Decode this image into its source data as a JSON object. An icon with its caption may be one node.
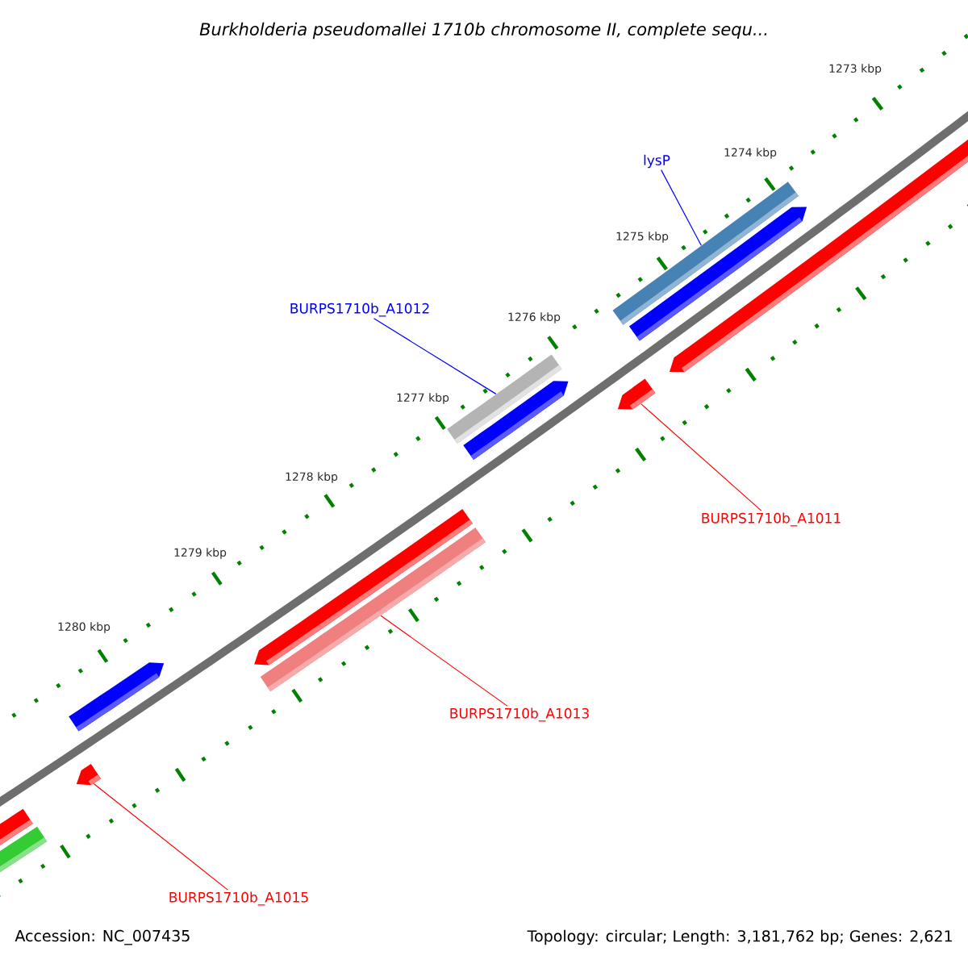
{
  "diagram": {
    "title": "Burkholderia pseudomallei 1710b chromosome II, complete sequ...",
    "nodes": [
      {
        "text": [
          "lysP"
        ]
      },
      {
        "text": [
          "BURPS1710b_A1012"
        ]
      },
      {
        "text": [
          "BURPS1710b_A1011"
        ]
      },
      {
        "text": [
          "BURPS1710b_A1013"
        ]
      },
      {
        "text": [
          "BURPS1710b_A1015"
        ]
      },
      {
        "text": [],
        "shape": "bar"
      },
      {
        "text": [],
        "shape": "bar"
      },
      {
        "text": [],
        "shape": "arrow"
      },
      {
        "text": [],
        "shape": "bar"
      },
      {
        "text": [],
        "shape": "arrow"
      }
    ],
    "edges": [
      {
        "from": 0,
        "to": 5,
        "arrow": "none",
        "color": "#0000ff"
      },
      {
        "from": 1,
        "to": 6,
        "arrow": "none",
        "color": "#0000ff"
      },
      {
        "from": 2,
        "to": 7,
        "arrow": "none"
      },
      {
        "from": 3,
        "to": 8,
        "arrow": "none"
      },
      {
        "from": 4,
        "to": 9,
        "arrow": "none"
      }
    ],
    "labels": [
      "1273 kbp",
      "1274 kbp",
      "1275 kbp",
      "1276 kbp",
      "1277 kbp",
      "1278 kbp",
      "1279 kbp",
      "1280 kbp",
      "Accession: NC_007435",
      "Topology: circular; Length: 3,181,762 bp; Genes: 2,621"
    ]
  }
}
